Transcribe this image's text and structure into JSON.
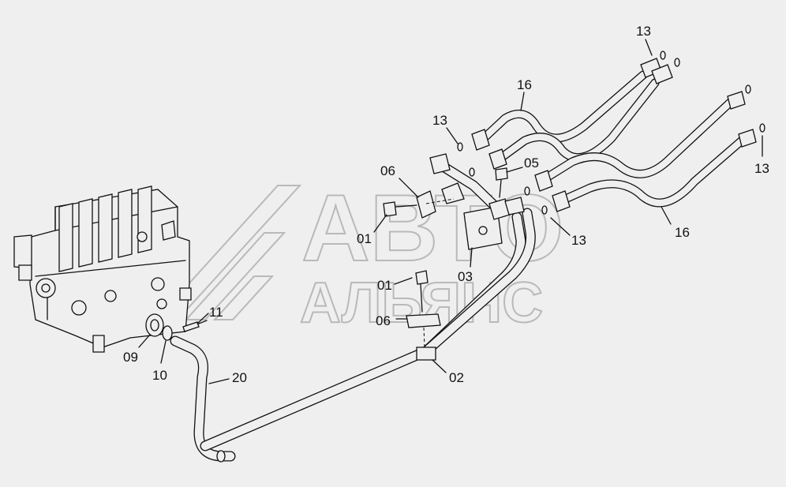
{
  "watermark": {
    "line1": "АВТО",
    "line2": "АЛЬЯНС"
  },
  "callouts": [
    {
      "id": "c-13-top",
      "text": "13"
    },
    {
      "id": "c-16-top",
      "text": "16"
    },
    {
      "id": "c-13-left",
      "text": "13"
    },
    {
      "id": "c-13-right",
      "text": "13"
    },
    {
      "id": "c-06-top",
      "text": "06"
    },
    {
      "id": "c-05",
      "text": "05"
    },
    {
      "id": "c-01-top",
      "text": "01"
    },
    {
      "id": "c-13-mid",
      "text": "13"
    },
    {
      "id": "c-16-right",
      "text": "16"
    },
    {
      "id": "c-03",
      "text": "03"
    },
    {
      "id": "c-01-mid",
      "text": "01"
    },
    {
      "id": "c-06-mid",
      "text": "06"
    },
    {
      "id": "c-11",
      "text": "11"
    },
    {
      "id": "c-09",
      "text": "09"
    },
    {
      "id": "c-10",
      "text": "10"
    },
    {
      "id": "c-20",
      "text": "20"
    },
    {
      "id": "c-02",
      "text": "02"
    }
  ],
  "colors": {
    "background": "#efefef",
    "ink": "#111111",
    "watermark": "#b9b9b9"
  }
}
